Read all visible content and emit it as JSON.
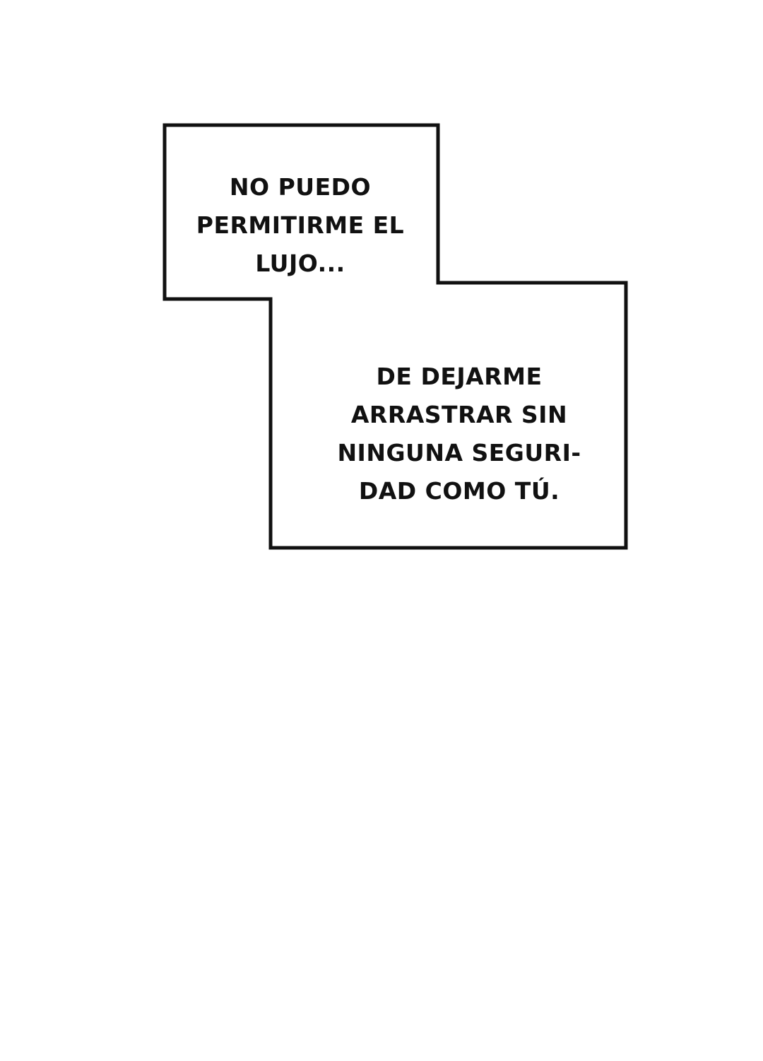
{
  "panel": {
    "background_color": "#ffffff",
    "border_color": "#111111"
  },
  "caption_box": {
    "upper_text": {
      "lines": [
        "NO PUEDO",
        "PERMITIRME EL",
        "LUJO..."
      ]
    },
    "lower_text": {
      "lines": [
        "DE DEJARME",
        "ARRASTRAR SIN",
        "NINGUNA SEGURI-",
        "DAD COMO TÚ."
      ]
    }
  }
}
